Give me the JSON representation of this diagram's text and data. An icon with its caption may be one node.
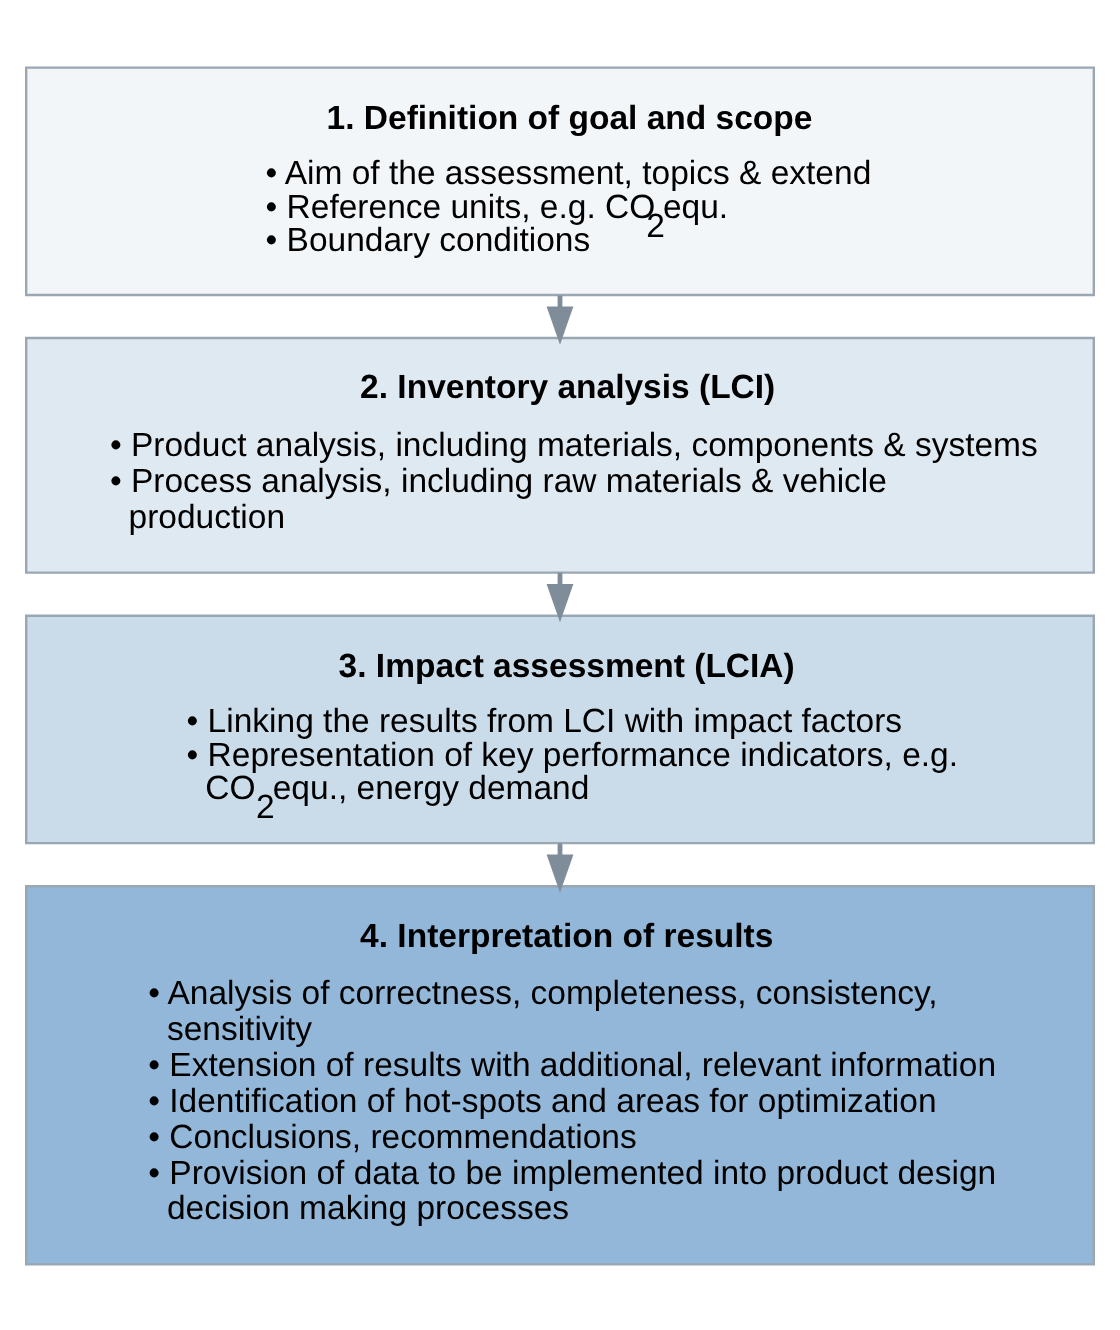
{
  "diagram": {
    "nodes": [
      {
        "text": [
          "1. Definition of goal and scope",
          "• Aim of the assessment, topics & extend",
          "• Reference units, e.g. CO$_{2}$equ.",
          "• Boundary conditions"
        ]
      },
      {
        "text": [
          "2. Inventory analysis (LCI)",
          "• Product analysis, including materials, components & systems",
          "• Process analysis, including raw materials & vehicle production"
        ]
      },
      {
        "text": [
          "3. Impact assessment (LCIA)",
          "• Linking the results from LCI with impact factors",
          "• Representation of key performance indicators, e.g. CO$_{2}$equ., energy demand"
        ]
      },
      {
        "text": [
          "4. Interpretation of results",
          "• Analysis of correctness, completeness, consistency, sensitivity",
          "• Extension of results with additional, relevant information",
          "• Identification of hot-spots and areas for optimization",
          "• Conclusions, recommendations",
          "• Provision of data to be implemented into product design decision making processes"
        ]
      }
    ],
    "edges": [
      {
        "from": 0,
        "to": 1,
        "arrow": "to"
      },
      {
        "from": 1,
        "to": 2,
        "arrow": "to"
      },
      {
        "from": 2,
        "to": 3,
        "arrow": "to"
      }
    ]
  }
}
